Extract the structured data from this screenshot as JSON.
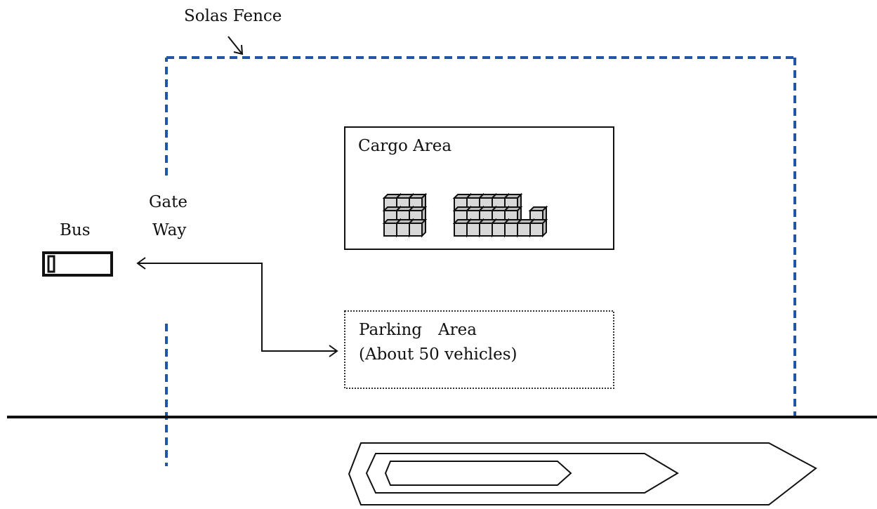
{
  "labels": {
    "fence": "Solas Fence",
    "gate_line1": "Gate",
    "gate_line2": "Way",
    "bus": "Bus",
    "cargo": "Cargo Area",
    "parking_line1": "Parking　Area",
    "parking_line2": "(About 50 vehicles)"
  },
  "colors": {
    "fence": "#2255a4",
    "ink": "#111111",
    "box_fill": "#d8d8d8"
  },
  "icons": {
    "bus": "bus-icon",
    "containers": "container-stack-icon",
    "ship": "ship-icon"
  }
}
